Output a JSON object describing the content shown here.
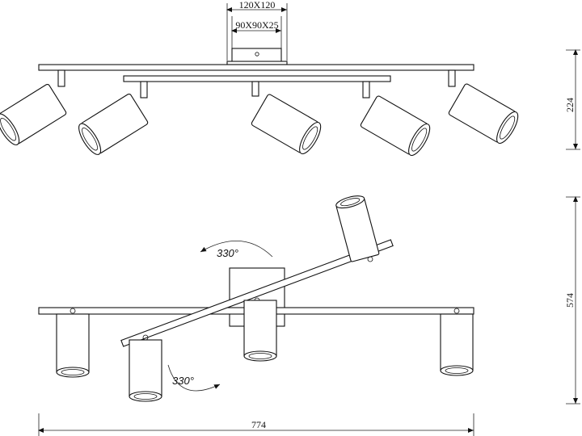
{
  "title": "",
  "dimensions": {
    "base_plate": "120X120",
    "box": "90X90X25",
    "side_height": "224",
    "top_height": "574",
    "total_width": "774"
  },
  "rotation_labels": {
    "upper": "330°",
    "lower": "330°"
  }
}
